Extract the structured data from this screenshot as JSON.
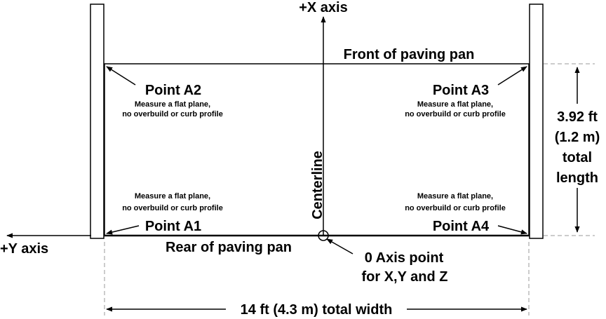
{
  "axes": {
    "x_axis_label": "+X axis",
    "y_axis_label": "+Y axis",
    "centerline_label": "Centerline",
    "origin_label_line1": "0 Axis point",
    "origin_label_line2": "for X,Y and Z"
  },
  "pan": {
    "front_label": "Front of paving pan",
    "rear_label": "Rear of paving pan"
  },
  "points": [
    {
      "name": "Point A1",
      "note_line1": "Measure a flat plane,",
      "note_line2": "no overbuild or curb profile"
    },
    {
      "name": "Point A2",
      "note_line1": "Measure a flat plane,",
      "note_line2": "no overbuild or curb profile"
    },
    {
      "name": "Point A3",
      "note_line1": "Measure a flat plane,",
      "note_line2": "no overbuild or curb profile"
    },
    {
      "name": "Point A4",
      "note_line1": "Measure a flat plane,",
      "note_line2": "no overbuild or curb profile"
    }
  ],
  "dimensions": {
    "length_line1": "3.92 ft",
    "length_line2": "(1.2 m)",
    "length_line3": "total",
    "length_line4": "length",
    "width_label": "14 ft (4.3 m) total width"
  },
  "colors": {
    "line": "#000000",
    "dash": "#999999"
  }
}
